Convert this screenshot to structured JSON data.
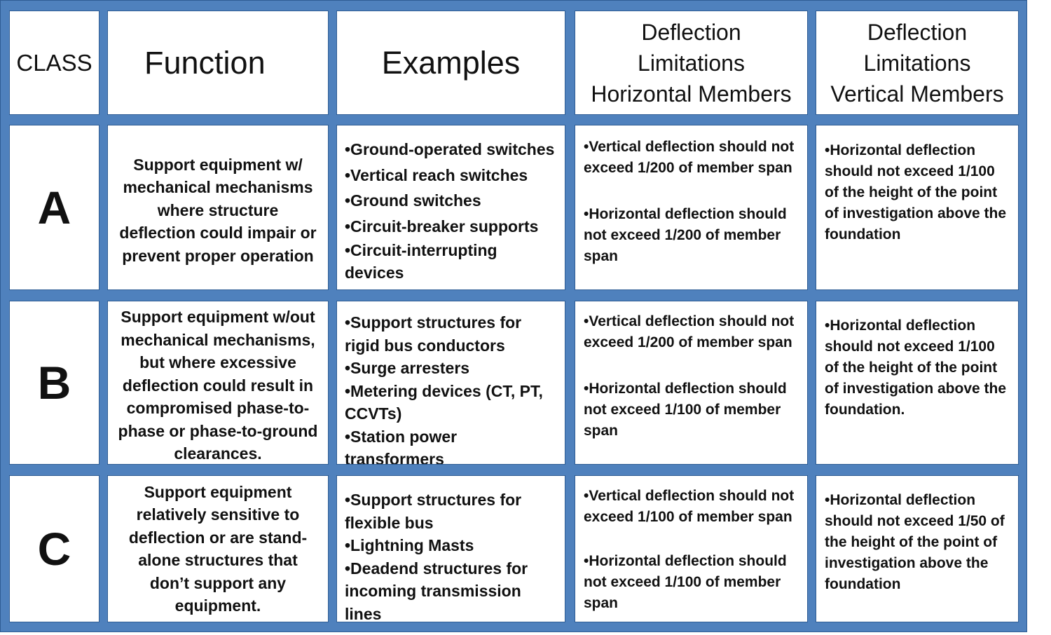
{
  "headers": {
    "class": "CLASS",
    "function": "Function",
    "examples": "Examples",
    "horizontal": [
      "Deflection",
      "Limitations",
      "Horizontal Members"
    ],
    "vertical": [
      "Deflection",
      "Limitations",
      "Vertical Members"
    ]
  },
  "rows": [
    {
      "class": "A",
      "function": [
        "Support equipment w/",
        "mechanical mechanisms",
        "where structure",
        "deflection could impair or",
        "prevent proper operation"
      ],
      "examples": [
        "•Ground-operated switches",
        "•Vertical reach switches",
        "•Ground switches",
        "•Circuit-breaker supports",
        "•Circuit-interrupting devices"
      ],
      "horizontal": [
        "•Vertical deflection should not exceed 1/200 of member span",
        "•Horizontal deflection should not exceed 1/200 of member span"
      ],
      "vertical": "•Horizontal deflection should not exceed 1/100 of the height of the point of investigation above the foundation"
    },
    {
      "class": "B",
      "function": [
        "Support equipment w/out",
        "mechanical mechanisms,",
        "but where excessive",
        "deflection could result in",
        "compromised phase-to-",
        "phase or phase-to-ground",
        "clearances."
      ],
      "examples": [
        "•Support structures for rigid bus conductors",
        "•Surge arresters",
        "•Metering devices (CT, PT, CCVTs)",
        "•Station power transformers"
      ],
      "horizontal": [
        "•Vertical deflection should not exceed 1/200 of member span",
        "•Horizontal deflection should not exceed 1/100 of member span"
      ],
      "vertical": "•Horizontal deflection should not exceed 1/100 of the height of the point of investigation above the foundation."
    },
    {
      "class": "C",
      "function": [
        "Support equipment",
        "relatively sensitive to",
        "deflection or are stand-",
        "alone structures that",
        "don’t support any",
        "equipment."
      ],
      "examples": [
        "•Support structures for flexible bus",
        "•Lightning Masts",
        "•Deadend structures for incoming transmission lines"
      ],
      "horizontal": [
        "•Vertical deflection should not exceed 1/100 of member span",
        "•Horizontal deflection should not exceed 1/100 of member span"
      ],
      "vertical": "•Horizontal deflection should not exceed 1/50 of the height of the point of investigation above the foundation"
    }
  ]
}
